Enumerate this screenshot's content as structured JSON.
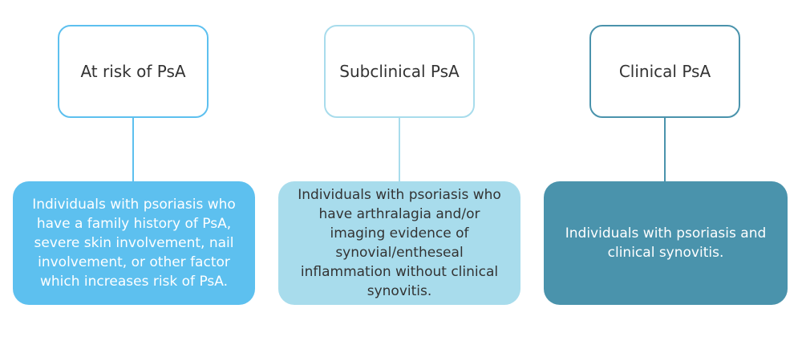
{
  "columns": [
    {
      "title": "At risk of PsA",
      "description": "Individuals with psoriasis who have a family history of PsA, severe skin involvement, nail involvement, or other factor which increases risk of PsA."
    },
    {
      "title": "Subclinical PsA",
      "description": "Individuals with psoriasis who have arthralagia and/or imaging evidence of synovial/entheseal inflammation without clinical synovitis."
    },
    {
      "title": "Clinical PsA",
      "description": "Individuals with psoriasis and clinical synovitis."
    }
  ],
  "colors": {
    "at_risk": "#5dc0ef",
    "subclinical": "#a8dcec",
    "clinical": "#4a93ac",
    "title_text": "#333333"
  }
}
